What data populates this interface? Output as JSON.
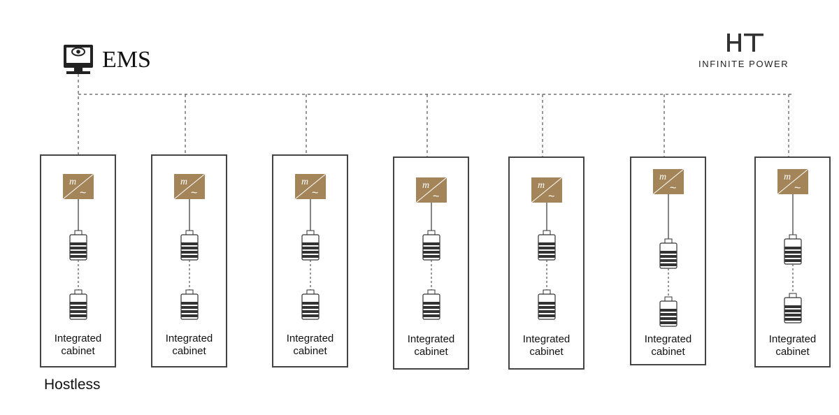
{
  "header": {
    "system_label": "EMS",
    "system_icon": "monitor-eye-icon"
  },
  "brand": {
    "logo_mark": "HT",
    "tagline": "INFINITE POWER"
  },
  "footer": {
    "mode_label": "Hostless"
  },
  "colors": {
    "inverter": "#a4855a",
    "line": "#555555",
    "frame": "#444444",
    "battery_body": "#888888",
    "battery_stripe": "#333333"
  },
  "cabinets": [
    {
      "line1": "Integrated",
      "line2": "cabinet"
    },
    {
      "line1": "Integrated",
      "line2": "cabinet"
    },
    {
      "line1": "Integrated",
      "line2": "cabinet"
    },
    {
      "line1": "Integrated",
      "line2": "cabinet"
    },
    {
      "line1": "Integrated",
      "line2": "cabinet"
    },
    {
      "line1": "Integrated",
      "line2": "cabinet"
    },
    {
      "line1": "Integrated",
      "line2": "cabinet"
    }
  ],
  "inverter_symbol": {
    "top": "m",
    "bottom": "~"
  }
}
